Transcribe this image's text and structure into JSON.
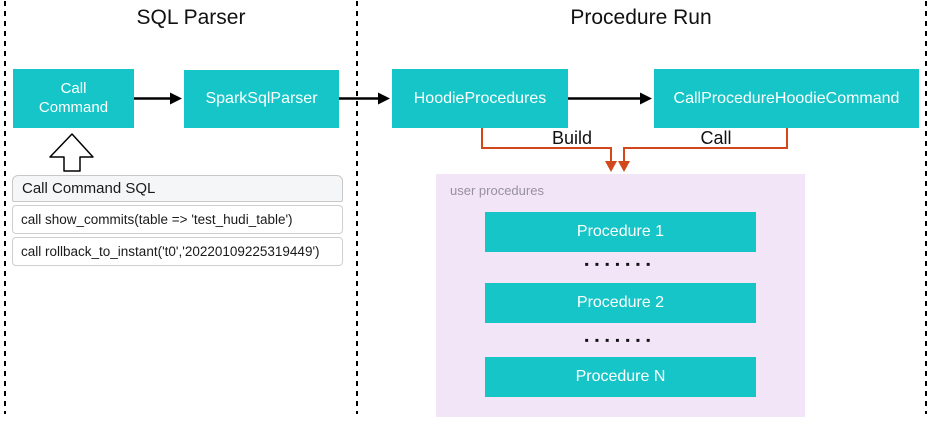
{
  "sections": {
    "sql_parser_title": "SQL Parser",
    "procedure_run_title": "Procedure Run"
  },
  "nodes": {
    "call_command": "Call\nCommand",
    "spark_sql_parser": "SparkSqlParser",
    "hoodie_procedures": "HoodieProcedures",
    "call_procedure_hoodie_command": "CallProcedureHoodieCommand"
  },
  "edges": {
    "build_label": "Build",
    "call_label": "Call"
  },
  "sql_panel": {
    "header": "Call Command SQL",
    "rows": [
      "call show_commits(table => 'test_hudi_table')",
      "call rollback_to_instant('t0','20220109225319449')"
    ]
  },
  "user_procedures": {
    "label": "user procedures",
    "items": [
      "Procedure 1",
      "Procedure 2",
      "Procedure N"
    ],
    "dots": "▪▪▪▪▪▪▪"
  },
  "colors": {
    "teal": "#16C5C7",
    "orange": "#D0481B",
    "purple_bg": "#F2E5F7",
    "panel_header_bg": "#F5F6F7",
    "border_gray": "#C9C9C9",
    "label_gray": "#97909E",
    "arrow_black": "#000000"
  }
}
